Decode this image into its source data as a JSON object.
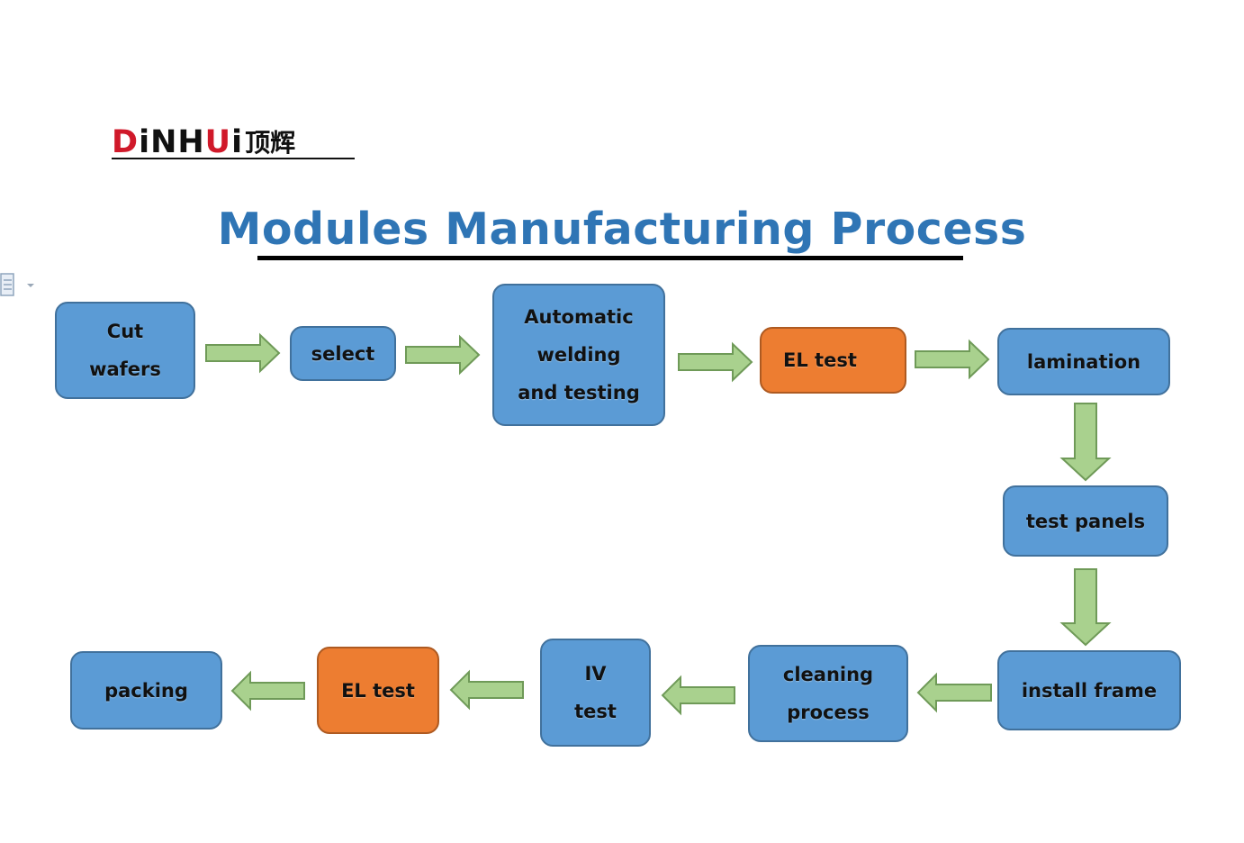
{
  "logo": {
    "brand": "DiNHUi",
    "brand_cn": "顶辉"
  },
  "title": "Modules Manufacturing Process",
  "colors": {
    "title": "#2f75b5",
    "step_blue": "#5b9bd5",
    "step_orange": "#ed7d31",
    "arrow": "#a9d18e"
  },
  "steps": [
    {
      "label": "Cut\nwafers",
      "color": "blue"
    },
    {
      "label": "select",
      "color": "blue"
    },
    {
      "label": "Automatic\nwelding\nand testing",
      "color": "blue"
    },
    {
      "label": "EL test",
      "color": "orange"
    },
    {
      "label": "lamination",
      "color": "blue"
    },
    {
      "label": "test panels",
      "color": "blue"
    },
    {
      "label": "install frame",
      "color": "blue"
    },
    {
      "label": "cleaning\nprocess",
      "color": "blue"
    },
    {
      "label": "IV\ntest",
      "color": "blue"
    },
    {
      "label": "EL test",
      "color": "orange"
    },
    {
      "label": "packing",
      "color": "blue"
    }
  ]
}
